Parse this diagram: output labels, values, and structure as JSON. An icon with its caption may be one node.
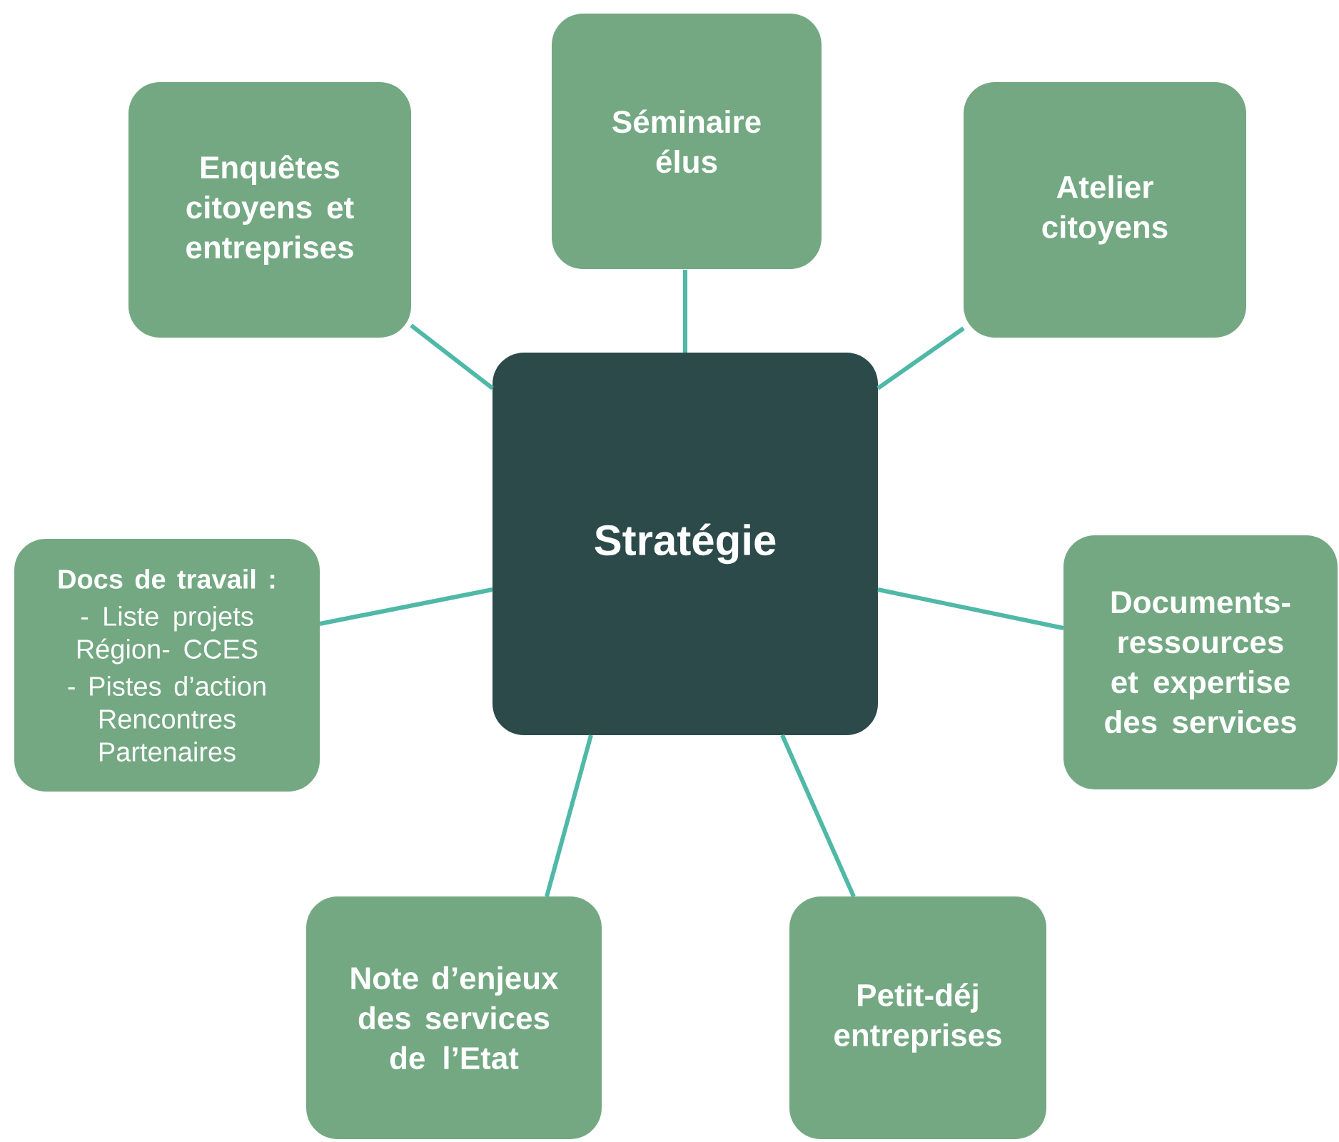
{
  "diagram": {
    "nodes": [
      {
        "text": [
          "Stratégie"
        ]
      },
      {
        "text": [
          "Enquêtes citoyens et entreprises"
        ]
      },
      {
        "text": [
          "Séminaire élus"
        ]
      },
      {
        "text": [
          "Atelier citoyens"
        ]
      },
      {
        "text": [
          "Docs de travail :",
          "- Liste projets Région- CCES",
          "- Pistes d’action Rencontres Partenaires"
        ]
      },
      {
        "text": [
          "Documents-ressources et expertise des services"
        ]
      },
      {
        "text": [
          "Note d’enjeux des services de l’Etat"
        ]
      },
      {
        "text": [
          "Petit-déj entreprises"
        ]
      }
    ],
    "edges": [
      {
        "from": 0,
        "to": 1,
        "arrow": "none"
      },
      {
        "from": 0,
        "to": 2,
        "arrow": "none"
      },
      {
        "from": 0,
        "to": 3,
        "arrow": "none"
      },
      {
        "from": 0,
        "to": 4,
        "arrow": "none"
      },
      {
        "from": 0,
        "to": 5,
        "arrow": "none"
      },
      {
        "from": 0,
        "to": 6,
        "arrow": "none"
      },
      {
        "from": 0,
        "to": 7,
        "arrow": "none"
      }
    ]
  }
}
